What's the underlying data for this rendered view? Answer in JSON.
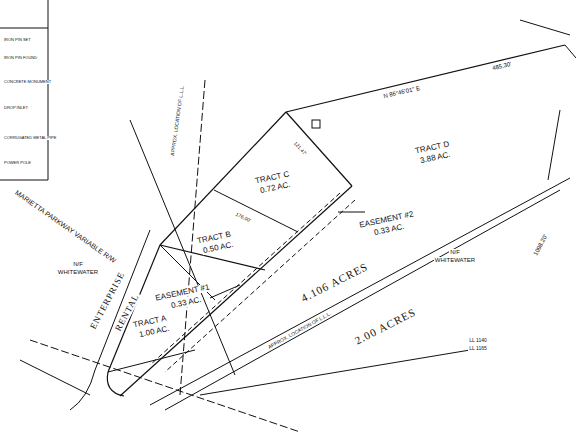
{
  "diagram": {
    "labels": [
      "N 86°46'01\" E",
      "485.30'",
      "TRACT D",
      "3.88 AC.",
      "TRACT C",
      "0.72 AC.",
      "TRACT B",
      "0.50 AC.",
      "EASEMENT #2",
      "0.33 AC.",
      "EASEMENT #1",
      "0.33 AC.",
      "TRACT A",
      "1.00 AC.",
      "ENTERPRISE",
      "RENTAL",
      "4.106 ACRES",
      "2.00 ACRES",
      "N/F",
      "WHITEWATER",
      "N/F",
      "WHITEWATER",
      "MARIETTA PARKWAY VARIABLE R/W",
      "APPROX. LOCATION OF L.L.L.",
      "APPROX. LOCATION OF L.L.L.",
      "LL 1140",
      "LL 1165",
      "1098.20'",
      "176.00'",
      "121.47'",
      "IRON PIN SET",
      "IRON PIN FOUND",
      "CONCRETE MONUMENT",
      "DROP INLET",
      "CORRUGATED METAL PIPE",
      "POWER POLE"
    ]
  }
}
